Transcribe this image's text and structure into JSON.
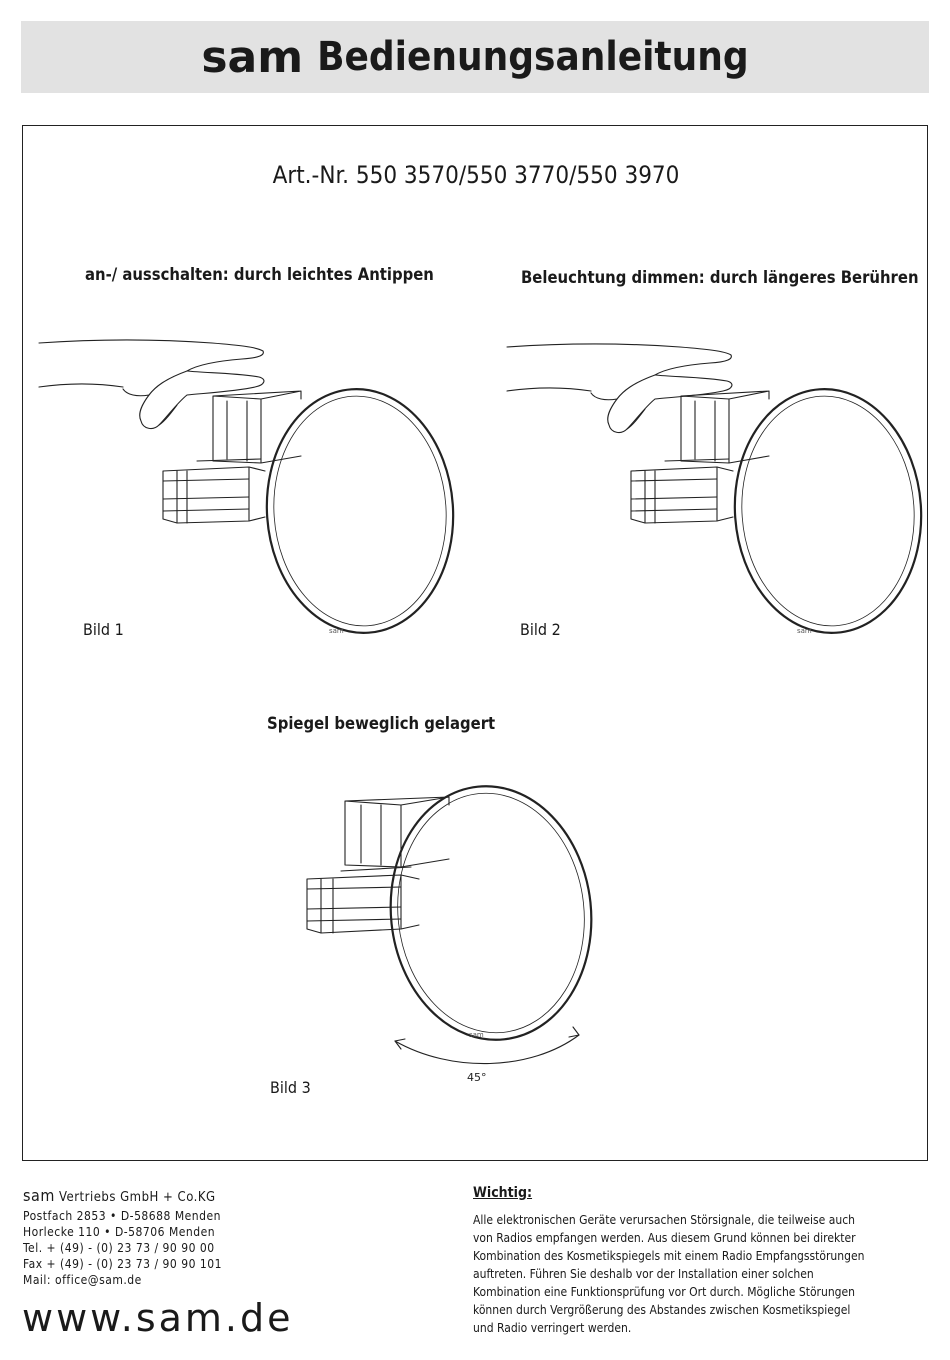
{
  "header": {
    "brand": "sam",
    "title": "Bedienungsanleitung"
  },
  "article": "Art.-Nr.  550 3570/550 3770/550 3970",
  "figures": [
    {
      "caption": "an-/ ausschalten: durch leichtes Antippen",
      "label": "Bild 1",
      "mirror_logo": "sam"
    },
    {
      "caption": "Beleuchtung dimmen: durch längeres Berühren",
      "label": "Bild 2",
      "mirror_logo": "sam"
    },
    {
      "caption": "Spiegel beweglich gelagert",
      "label": "Bild 3",
      "mirror_logo": "sam",
      "angle": "45°"
    }
  ],
  "footer": {
    "company_brand": "sam",
    "company_rest": " Vertriebs GmbH + Co.KG",
    "lines": [
      "Postfach 2853 • D-58688 Menden",
      "Horlecke 110  • D-58706 Menden",
      "Tel. + (49) - (0) 23 73 / 90 90 00",
      "Fax + (49) - (0) 23 73 / 90 90 101",
      "Mail: office@sam.de"
    ],
    "website": "www.sam.de"
  },
  "notice": {
    "heading": "Wichtig:",
    "lines": [
      "Alle elektronischen Geräte verursachen Störsignale, die teilweise auch",
      "von Radios empfangen werden. Aus diesem Grund können bei direkter",
      "Kombination des Kosmetikspiegels mit einem Radio Empfangsstörungen",
      "auftreten. Führen Sie deshalb vor der Installation einer solchen",
      "Kombination eine Funktionsprüfung vor Ort durch. Mögliche Störungen",
      "können durch Vergrößerung des Abstandes zwischen Kosmetikspiegel",
      "und Radio verringert werden."
    ]
  }
}
